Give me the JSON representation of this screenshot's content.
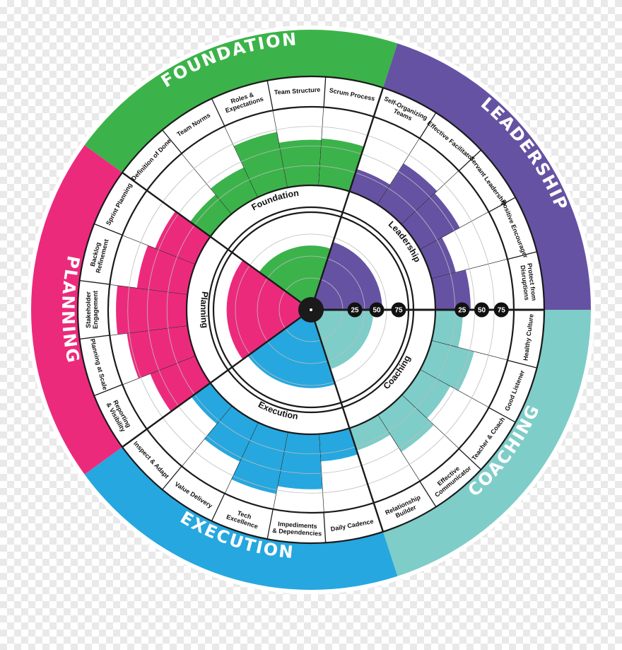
{
  "colors": {
    "foundation": "#3bb34a",
    "leadership": "#6652a3",
    "coaching": "#7ecdc8",
    "execution": "#26a7df",
    "planning": "#ec2a7c",
    "lines": "#1a1a1a",
    "grid": "#bdbdbd"
  },
  "scale_labels": [
    "25",
    "50",
    "75"
  ],
  "categories": [
    {
      "name": "FOUNDATION",
      "inner_label": "Foundation",
      "color_key": "foundation",
      "score": 0.62,
      "items": [
        {
          "label": [
            "Definition of Done"
          ],
          "score": 0.32
        },
        {
          "label": [
            "Team Norms"
          ],
          "score": 0.42
        },
        {
          "label": [
            "Roles &",
            "Expectations"
          ],
          "score": 0.72
        },
        {
          "label": [
            "Team Structure"
          ],
          "score": 0.58
        },
        {
          "label": [
            "Scrum Process"
          ],
          "score": 0.6
        }
      ]
    },
    {
      "name": "LEADERSHIP",
      "inner_label": "Leadership",
      "color_key": "leadership",
      "score": 0.7,
      "items": [
        {
          "label": [
            "Self-Organizing",
            "Teams"
          ],
          "score": 0.3
        },
        {
          "label": [
            "Effective Facilitator"
          ],
          "score": 0.62
        },
        {
          "label": [
            "Servant Leadership"
          ],
          "score": 0.58
        },
        {
          "label": [
            "Positive Encourager"
          ],
          "score": 0.32
        },
        {
          "label": [
            "Protect from",
            "Disruptions"
          ],
          "score": 0.45
        }
      ]
    },
    {
      "name": "COACHING",
      "inner_label": "Coaching",
      "color_key": "coaching",
      "score": 0.6,
      "items": [
        {
          "label": [
            "Healthy Culture"
          ],
          "score": 0.35
        },
        {
          "label": [
            "Good Listener"
          ],
          "score": 0.56
        },
        {
          "label": [
            "Teacher & Coach"
          ],
          "score": 0.44
        },
        {
          "label": [
            "Effective",
            "Communicator"
          ],
          "score": 0.56
        },
        {
          "label": [
            "Relationship",
            "Builder"
          ],
          "score": 0.3
        }
      ]
    },
    {
      "name": "EXECUTION",
      "inner_label": "Execution",
      "color_key": "execution",
      "score": 0.78,
      "items": [
        {
          "label": [
            "Daily Cadence"
          ],
          "score": 0.35
        },
        {
          "label": [
            "Impediments",
            "& Dependencies"
          ],
          "score": 0.7
        },
        {
          "label": [
            "Tech",
            "Excellence"
          ],
          "score": 0.8
        },
        {
          "label": [
            "Value Delivery"
          ],
          "score": 0.55
        },
        {
          "label": [
            "Inspect & Adapt"
          ],
          "score": 0.3
        }
      ]
    },
    {
      "name": "PLANNING",
      "inner_label": "Planning",
      "color_key": "planning",
      "score": 0.85,
      "items": [
        {
          "label": [
            "Reporting",
            "& Visibility"
          ],
          "score": 0.62
        },
        {
          "label": [
            "Planning at Scale"
          ],
          "score": 0.78
        },
        {
          "label": [
            "Stakeholder",
            "Engagement"
          ],
          "score": 0.9
        },
        {
          "label": [
            "Backlog",
            "Refinement"
          ],
          "score": 0.65
        },
        {
          "label": [
            "Sprint Planning"
          ],
          "score": 0.55
        }
      ]
    }
  ]
}
